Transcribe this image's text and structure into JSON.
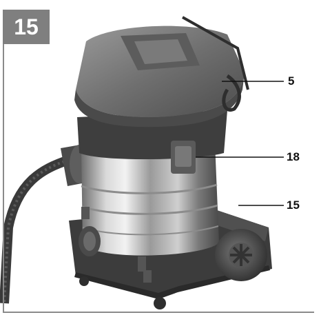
{
  "figure": {
    "number": "15"
  },
  "callouts": [
    {
      "label": "5"
    },
    {
      "label": "18"
    },
    {
      "label": "15"
    }
  ]
}
